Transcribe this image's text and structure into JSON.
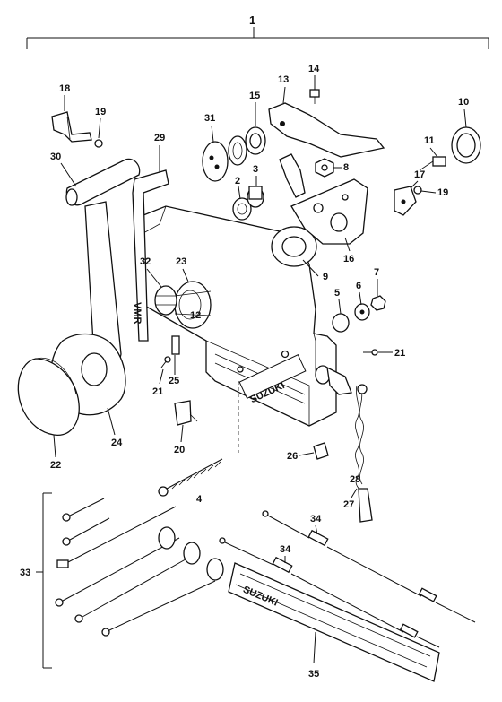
{
  "labels": {
    "l1": "1",
    "l2": "2",
    "l3": "3",
    "l4": "4",
    "l5": "5",
    "l6": "6",
    "l7": "7",
    "l8": "8",
    "l9": "9",
    "l10": "10",
    "l11": "11",
    "l12": "12",
    "l13": "13",
    "l14": "14",
    "l15": "15",
    "l16": "16",
    "l17": "17",
    "l18": "18",
    "l19a": "19",
    "l19b": "19",
    "l20": "20",
    "l21a": "21",
    "l21b": "21",
    "l22": "22",
    "l23": "23",
    "l24": "24",
    "l25": "25",
    "l26": "26",
    "l27": "27",
    "l28": "28",
    "l29": "29",
    "l30": "30",
    "l31": "31",
    "l32": "32",
    "l33": "33",
    "l34a": "34",
    "l34b": "34",
    "l35": "35"
  },
  "brand": {
    "housing": "SUZUKI",
    "plate": "SUZUKI",
    "lever_mark": "VMR"
  }
}
